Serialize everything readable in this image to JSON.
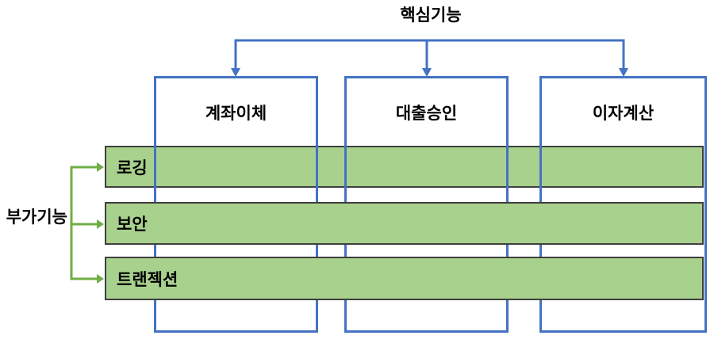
{
  "diagram": {
    "type": "aop-crosscutting-diagram",
    "title": "핵심기능",
    "side_label": "부가기능",
    "core_modules": [
      {
        "label": "계좌이체"
      },
      {
        "label": "대출승인"
      },
      {
        "label": "이자계산"
      }
    ],
    "aspects": [
      {
        "label": "로깅"
      },
      {
        "label": "보안"
      },
      {
        "label": "트랜젝션"
      }
    ],
    "connectors": {
      "top": {
        "from": "핵심기능",
        "to": [
          "계좌이체",
          "대출승인",
          "이자계산"
        ],
        "style": "down-arrows"
      },
      "left": {
        "from": "부가기능",
        "to": [
          "로깅",
          "보안",
          "트랜젝션"
        ],
        "style": "right-arrows"
      }
    },
    "colors": {
      "box_border_blue": "#4472C4",
      "bar_fill_green": "#A9D18E",
      "bar_border": "#3F3F3F",
      "arrow_green": "#70AD47",
      "text": "#000000",
      "background": "#FFFFFF"
    }
  }
}
